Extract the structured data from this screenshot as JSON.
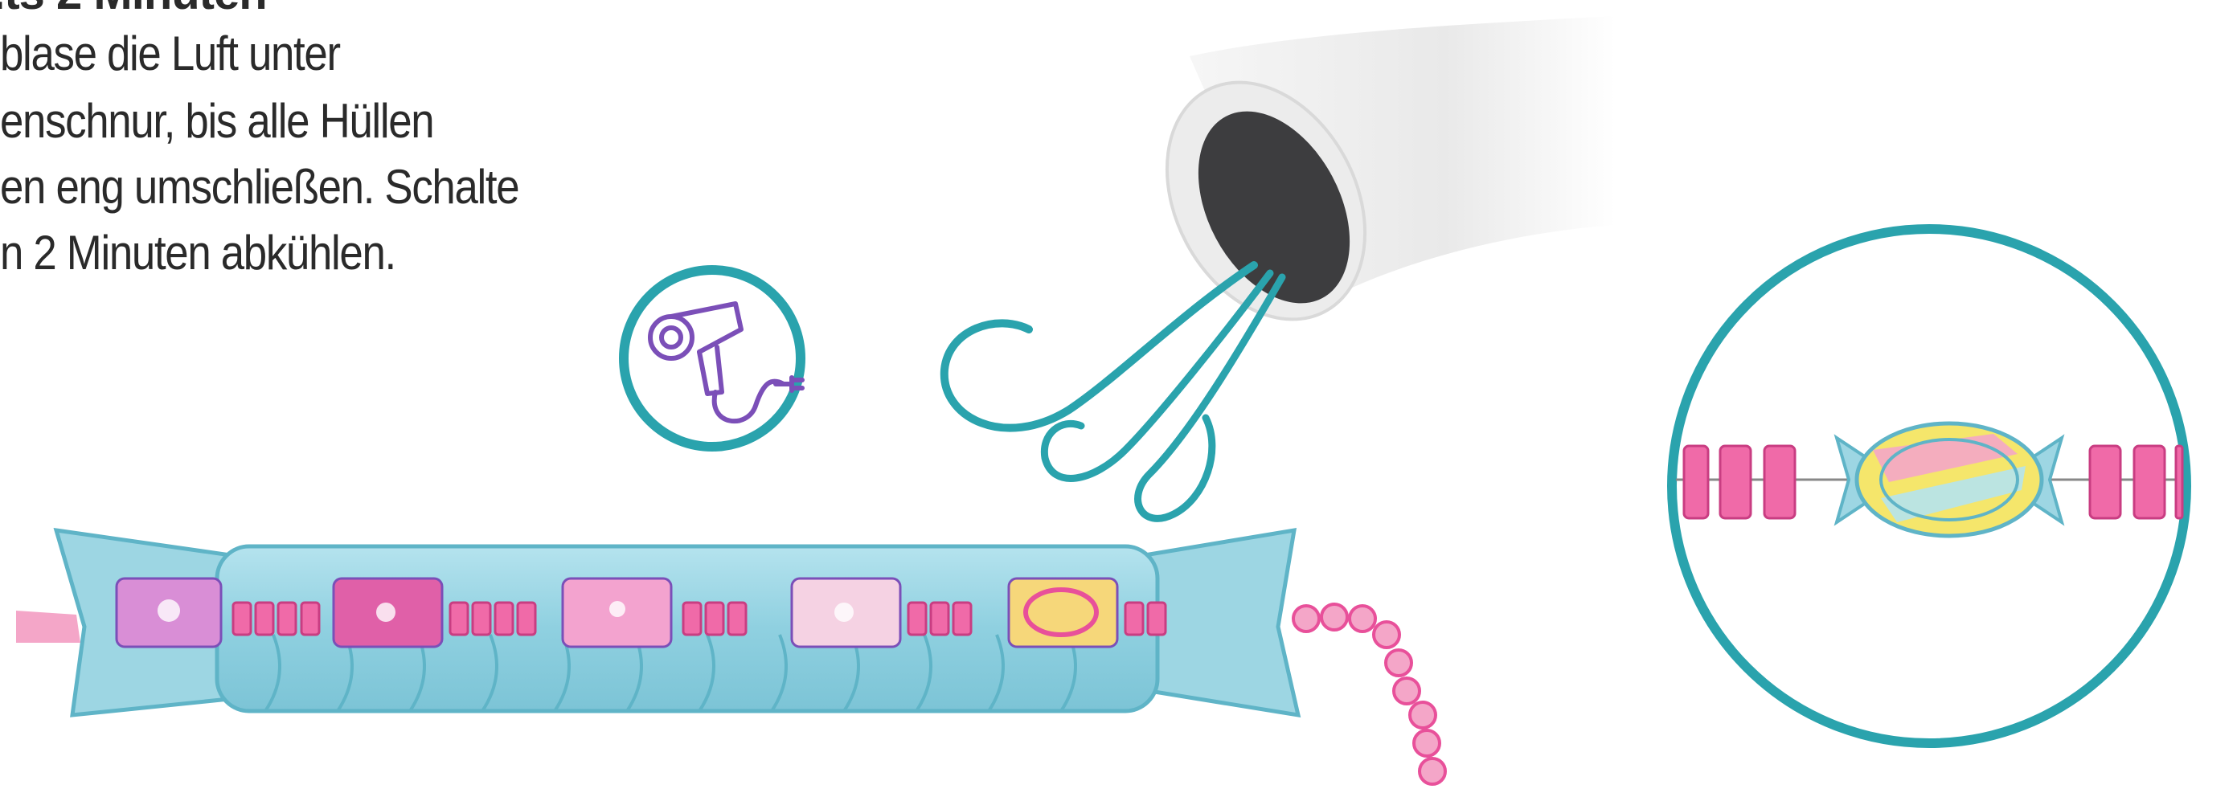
{
  "instructions": {
    "heading": "...ts 2 Minuten",
    "lines": [
      "blase die Luft unter",
      "enschnur, bis alle Hüllen",
      "en eng umschließen. Schalte",
      "n 2 Minuten abkühlen."
    ]
  },
  "icons": {
    "dryer_badge": "hair-dryer-icon",
    "dryer_nozzle": "hair-dryer-nozzle",
    "air": "air-stream-icon",
    "candy_wrapper": "candy-bracelet-illustration",
    "zoom": "zoom-detail-circle"
  },
  "colors": {
    "teal": "#2aa3ad",
    "light_blue": "#9dd6e3",
    "pink": "#e8509a",
    "light_pink": "#f4a6c8",
    "purple": "#7b4fb8",
    "yellow": "#f5e66b",
    "gray_dark": "#3a3a3a",
    "gray_light": "#e6e6e6"
  }
}
